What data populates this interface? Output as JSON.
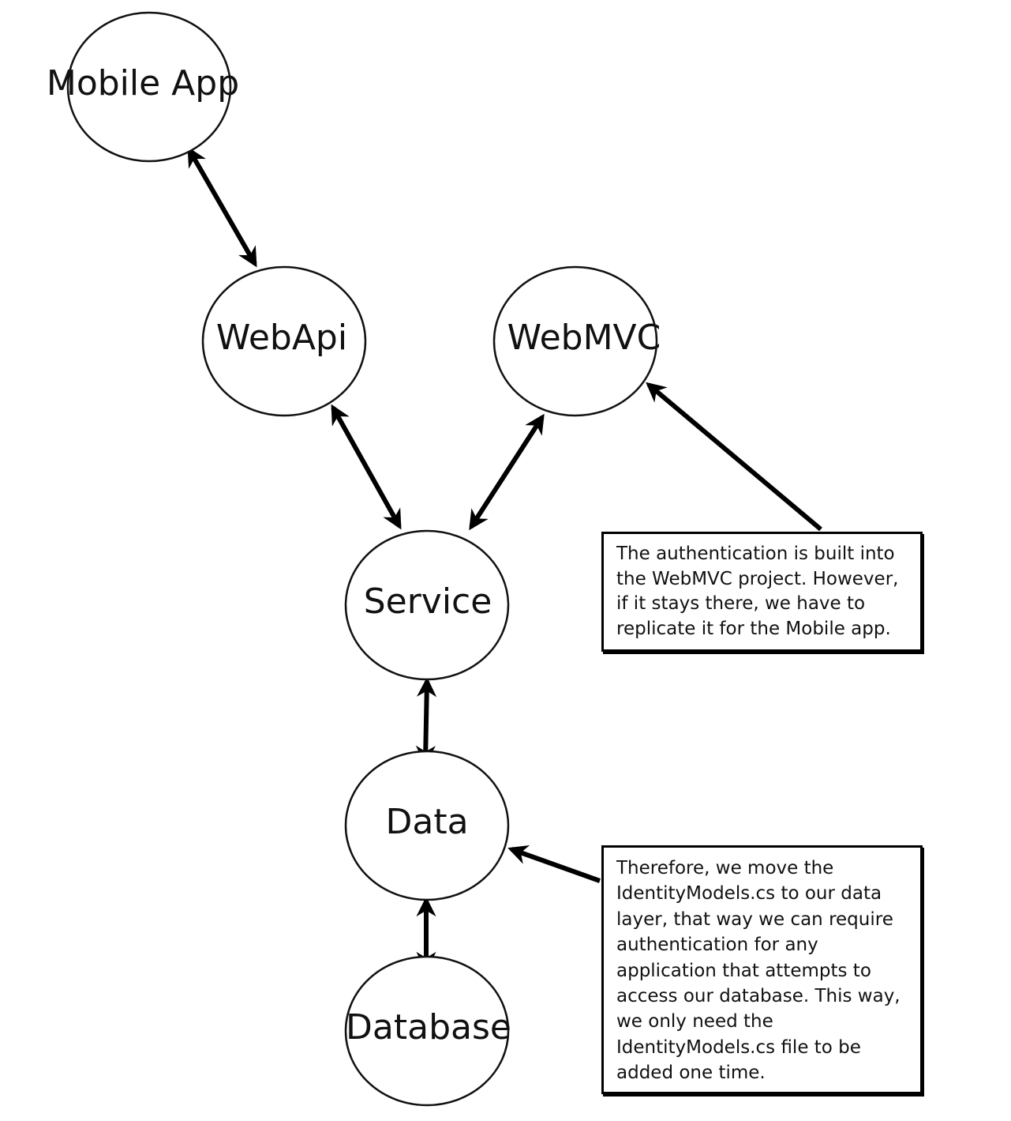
{
  "nodes": {
    "mobile_app": "Mobile App",
    "webapi": "WebApi",
    "webmvc": "WebMVC",
    "service": "Service",
    "data": "Data",
    "database": "Database"
  },
  "notes": {
    "authentication": {
      "lines": [
        "The authentication is built into",
        "the WebMVC project. However,",
        "if it stays there, we have to",
        "replicate it for the Mobile app."
      ]
    },
    "identity_models": {
      "lines": [
        "Therefore, we move the",
        "IdentityModels.cs to our data",
        "layer, that way we can require",
        "authentication for any",
        "application that attempts to",
        "access our database. This way,",
        "we only need the",
        "IdentityModels.cs file to be",
        "added one time."
      ]
    }
  },
  "colors": {
    "stroke": "#000000",
    "background": "#ffffff"
  }
}
